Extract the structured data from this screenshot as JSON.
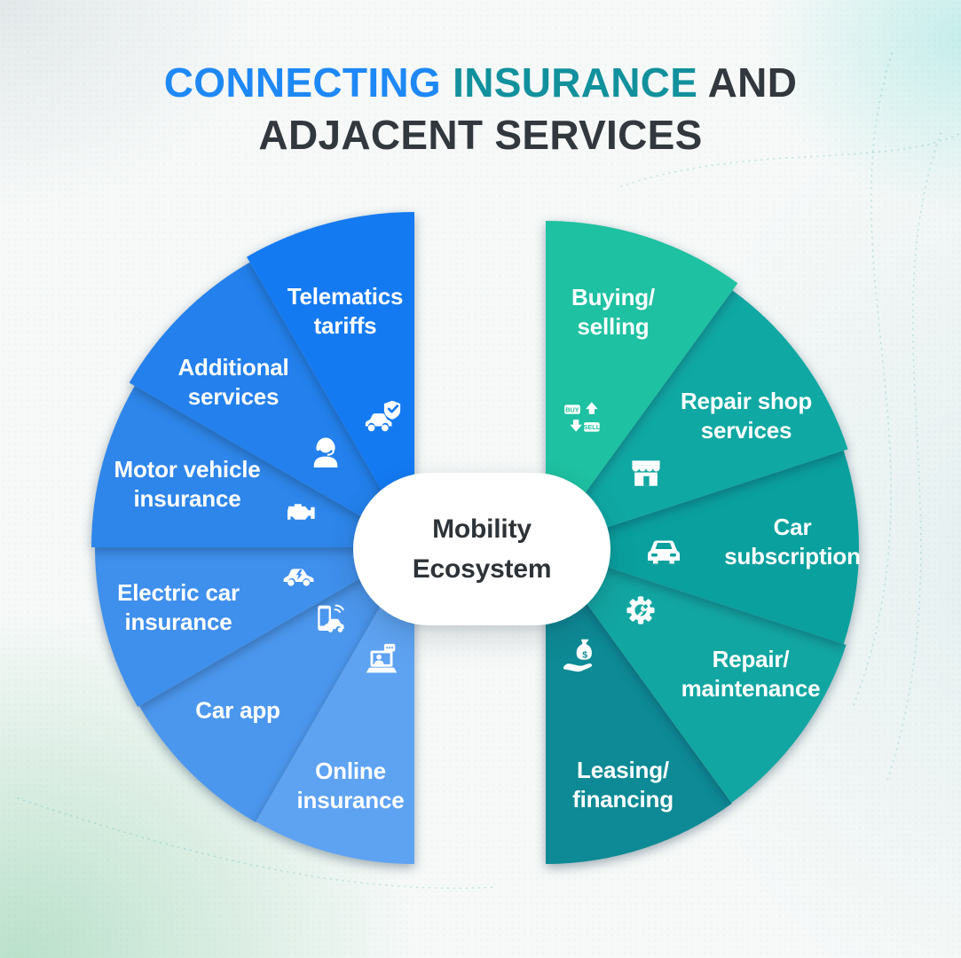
{
  "title": {
    "part1": "CONNECTING",
    "part2": "INSURANCE",
    "part3": "AND",
    "line2": "ADJACENT SERVICES"
  },
  "center": {
    "label": "Mobility\nEcosystem"
  },
  "colors": {
    "title_part1": "#1e88f5",
    "title_part2": "#12919d",
    "title_part3": "#33383e",
    "center_text": "#2e3338",
    "label_text": "#ffffff"
  },
  "left_fan": {
    "theme": "insurance",
    "segments": [
      {
        "label": "Telematics\ntariffs",
        "icon": "car-shield-icon",
        "color": "#147af2"
      },
      {
        "label": "Additional\nservices",
        "icon": "support-person-icon",
        "color": "#2380ec"
      },
      {
        "label": "Motor vehicle\ninsurance",
        "icon": "engine-icon",
        "color": "#2e86ea"
      },
      {
        "label": "Electric car\ninsurance",
        "icon": "electric-car-icon",
        "color": "#3f8fec"
      },
      {
        "label": "Car app",
        "icon": "phone-car-icon",
        "color": "#4c97ee"
      },
      {
        "label": "Online\ninsurance",
        "icon": "laptop-person-icon",
        "color": "#5ea3f2"
      }
    ]
  },
  "right_fan": {
    "theme": "adjacent services",
    "segments": [
      {
        "label": "Buying/\nselling",
        "icon": "buy-sell-icon",
        "color": "#1ec1a1"
      },
      {
        "label": "Repair shop\nservices",
        "icon": "storefront-icon",
        "color": "#10a8a3"
      },
      {
        "label": "Car\nsubscription",
        "icon": "car-front-icon",
        "color": "#0aa09e"
      },
      {
        "label": "Repair/\nmaintenance",
        "icon": "gear-wrench-icon",
        "color": "#12a6a2"
      },
      {
        "label": "Leasing/\nfinancing",
        "icon": "moneybag-hand-icon",
        "color": "#0d8a95"
      }
    ]
  }
}
